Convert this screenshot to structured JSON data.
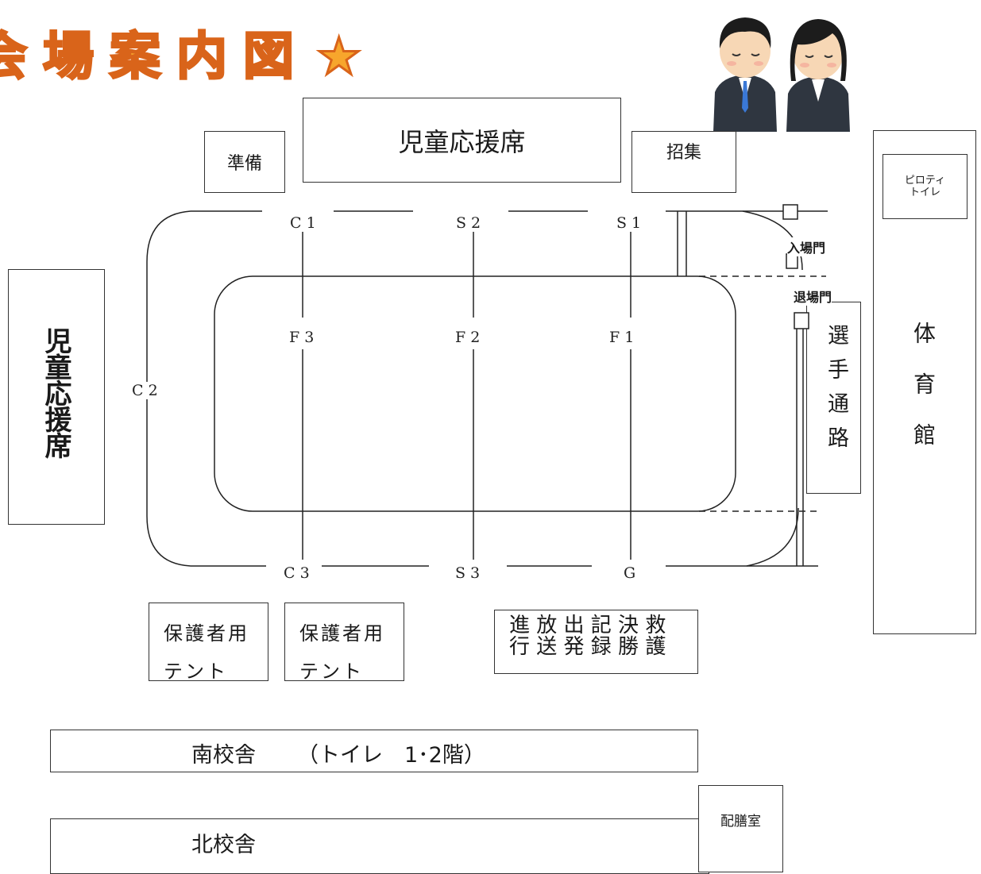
{
  "title": "会場案内図",
  "title_star": "★",
  "areas": {
    "prep": "準備",
    "spectator_top": "児童応援席",
    "recruit": "招集",
    "pilotis_toilet_line1": "ピロティ",
    "pilotis_toilet_line2": "トイレ",
    "spectator_left": "児童応援席",
    "entrance_gate": "入場門",
    "exit_gate": "退場門",
    "athlete_path": "選手通路",
    "gym": "体育館",
    "guardian_tent_1_line1": "保護者用",
    "guardian_tent_1_line2": "テント",
    "guardian_tent_2_line1": "保護者用",
    "guardian_tent_2_line2": "テント",
    "headquarters_row1": "進 放 出 記 決 救",
    "headquarters_row2": "行 送 発 録 勝 護",
    "south_building": "南校舎",
    "south_toilet": "（トイレ　1･2階）",
    "north_building": "北校舎",
    "serving_room": "配膳室"
  },
  "track_labels": {
    "c1": "C 1",
    "s2": "S 2",
    "s1": "S 1",
    "f3": "F 3",
    "f2": "F 2",
    "f1": "F 1",
    "c2": "C 2",
    "c3": "C 3",
    "s3": "S 3",
    "g": "G"
  }
}
